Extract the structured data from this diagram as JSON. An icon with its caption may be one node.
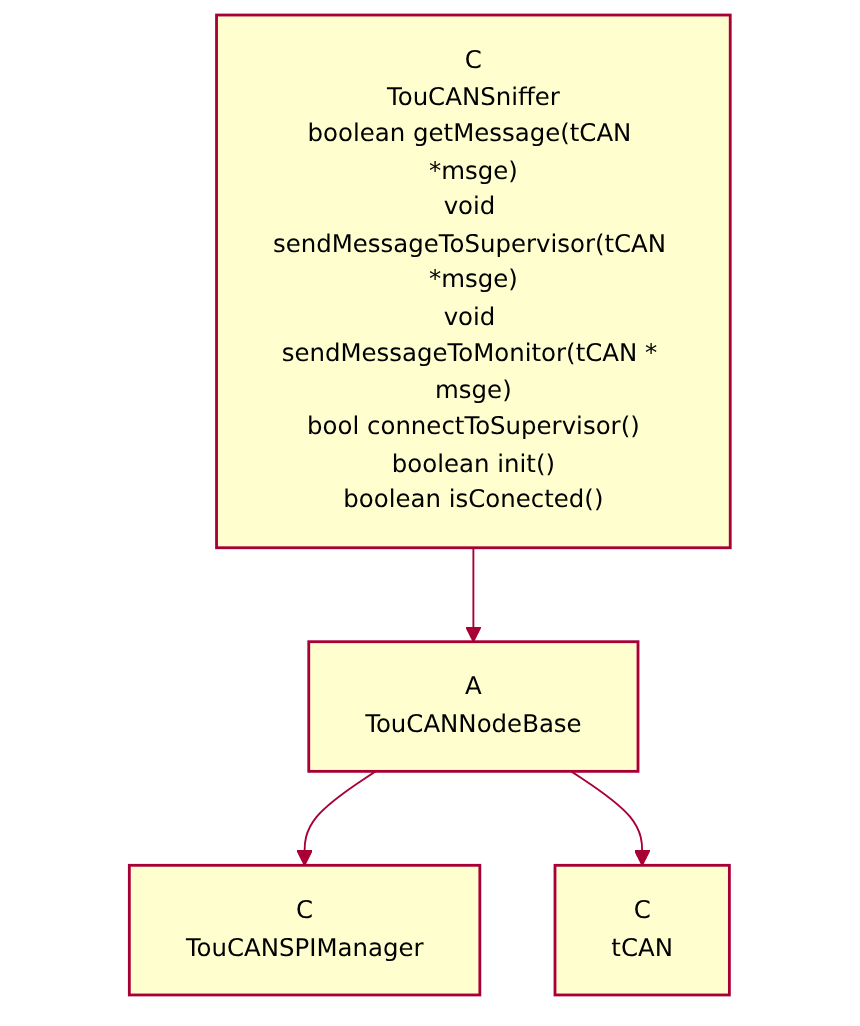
{
  "diagram": {
    "nodes": [
      {
        "text": [
          "C",
          "TouCANSniffer",
          "boolean getMessage(tCAN *msge)",
          "void sendMessageToSupervisor(tCAN *msge)",
          "void sendMessageToMonitor(tCAN * msge)",
          "bool connectToSupervisor()",
          "boolean init()",
          "boolean isConected()"
        ]
      },
      {
        "text": [
          "A",
          "TouCANNodeBase"
        ]
      },
      {
        "text": [
          "C",
          "TouCANSPIManager"
        ]
      },
      {
        "text": [
          "C",
          "tCAN"
        ]
      }
    ],
    "edges": [
      {
        "from": 0,
        "to": 1,
        "arrow": "to"
      },
      {
        "from": 1,
        "to": 2,
        "arrow": "to"
      },
      {
        "from": 1,
        "to": 3,
        "arrow": "to"
      }
    ]
  }
}
